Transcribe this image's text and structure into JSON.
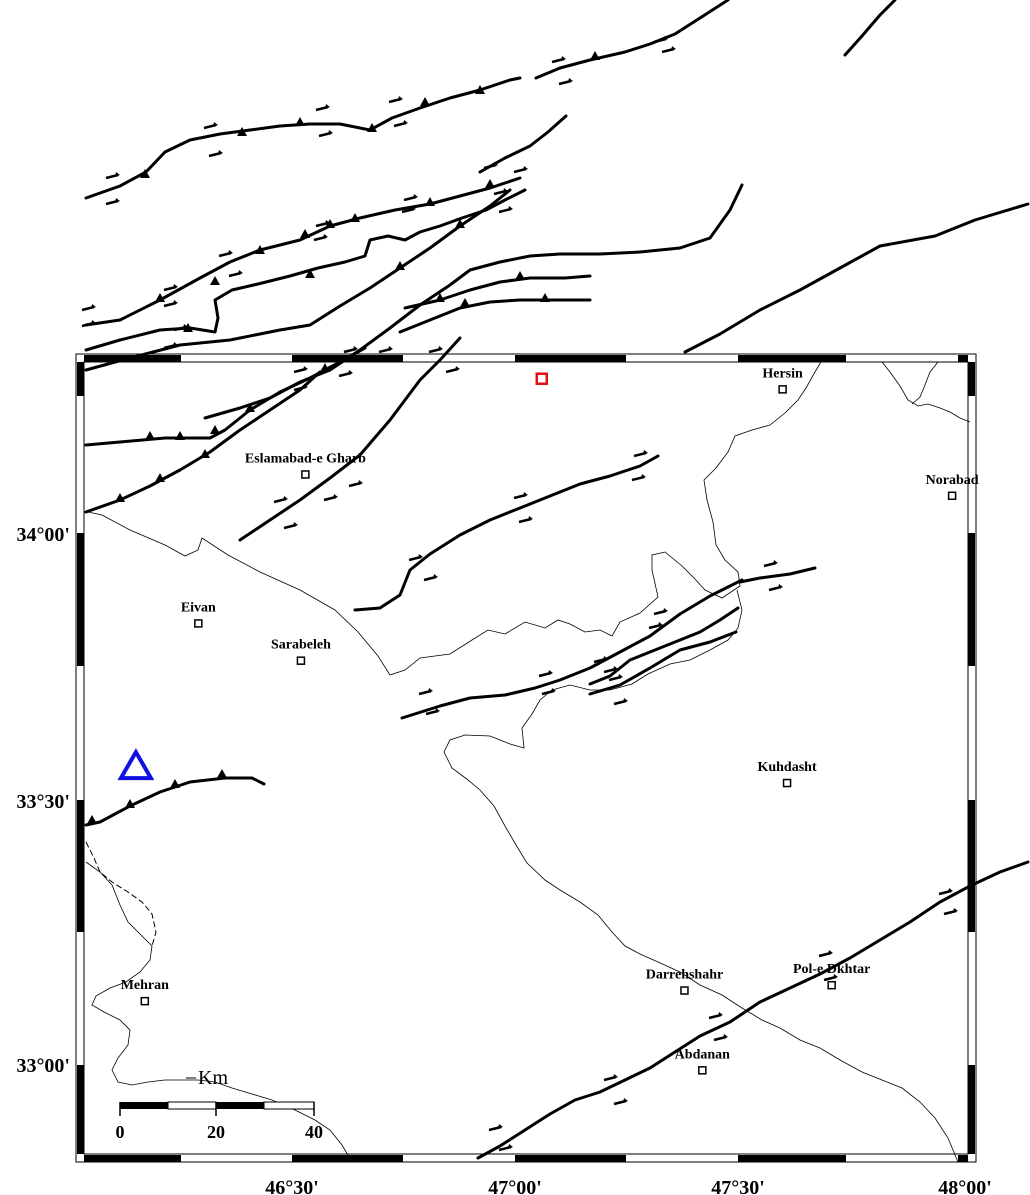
{
  "map": {
    "cities": [
      {
        "name": "Hersin",
        "lon": 47.6,
        "lat": 34.27
      },
      {
        "name": "Eslamabad-e Gharb",
        "lon": 46.53,
        "lat": 34.11
      },
      {
        "name": "Norabad",
        "lon": 47.98,
        "lat": 34.07
      },
      {
        "name": "Eivan",
        "lon": 46.29,
        "lat": 33.83
      },
      {
        "name": "Sarabeleh",
        "lon": 46.52,
        "lat": 33.76
      },
      {
        "name": "Kuhdasht",
        "lon": 47.61,
        "lat": 33.53
      },
      {
        "name": "Darrehshahr",
        "lon": 47.38,
        "lat": 33.14
      },
      {
        "name": "Pol-e Dkhtar",
        "lon": 47.71,
        "lat": 33.15
      },
      {
        "name": "Mehran",
        "lon": 46.17,
        "lat": 33.12
      },
      {
        "name": "Abdanan",
        "lon": 47.42,
        "lat": 32.99
      }
    ],
    "x_ticks": [
      "46°30'",
      "47°00'",
      "47°30'",
      "48°00'"
    ],
    "y_ticks": [
      "34°00'",
      "33°30'",
      "33°00'"
    ],
    "scale_bar": {
      "unit": "Km",
      "labels": [
        "0",
        "20",
        "40"
      ]
    },
    "markers": [
      {
        "type": "triangle",
        "color": "#1010e0",
        "lon": 46.15,
        "lat": 33.56
      },
      {
        "type": "square",
        "color": "#e01010",
        "lon": 47.06,
        "lat": 34.29
      }
    ]
  }
}
